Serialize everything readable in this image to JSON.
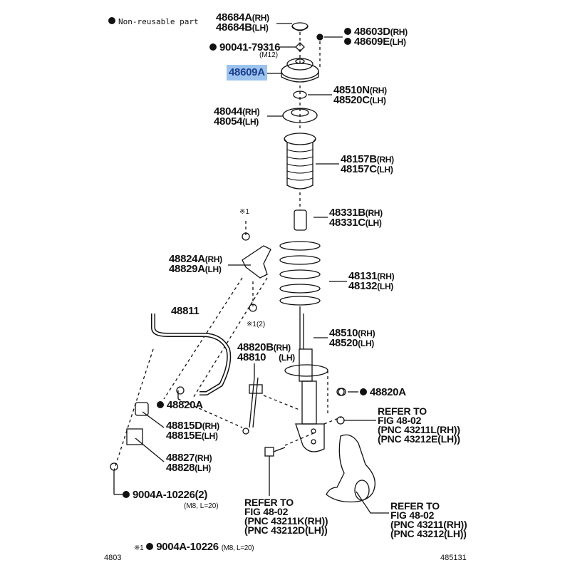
{
  "legend": {
    "marker": "●",
    "text": "Non-reusable part"
  },
  "labels": {
    "p48684": {
      "rh": "48684A",
      "lh": "48684B"
    },
    "p48603": {
      "rh": "48603D",
      "lh": "48609E",
      "non_reusable": true
    },
    "p90041": {
      "part": "90041-79316",
      "spec": "(M12)",
      "non_reusable": true
    },
    "p48609A": {
      "part": "48609A",
      "highlighted": true
    },
    "p48510N": {
      "rh": "48510N",
      "lh": "48520C"
    },
    "p48044": {
      "rh": "48044",
      "lh": "48054"
    },
    "p48157": {
      "rh": "48157B",
      "lh": "48157C"
    },
    "p48331": {
      "rh": "48331B",
      "lh": "48331C"
    },
    "p48824": {
      "rh": "48824A",
      "lh": "48829A"
    },
    "p48131": {
      "rh": "48131",
      "lh": "48132"
    },
    "p48811": {
      "part": "48811"
    },
    "p48510": {
      "rh": "48510",
      "lh": "48520"
    },
    "p48820B": {
      "rh": "48820B",
      "lh": "48810"
    },
    "p48820A_right": {
      "part": "48820A",
      "non_reusable": true
    },
    "p48820A_left": {
      "part": "48820A",
      "non_reusable": true
    },
    "p48815": {
      "rh": "48815D",
      "lh": "48815E"
    },
    "p48827": {
      "rh": "48827",
      "lh": "48828"
    },
    "p9004A_2": {
      "part": "9004A-10226(2)",
      "spec": "(M8, L=20)",
      "non_reusable": true
    },
    "note1_top": "※1",
    "note1_bottom": "※1(2)",
    "rh": "(RH)",
    "lh": "(LH)"
  },
  "refs": [
    {
      "line1": "REFER TO",
      "line2": "FIG 48-02",
      "line3": "(PNC 43211L(RH))",
      "line4": "(PNC 43212E(LH))"
    },
    {
      "line1": "REFER TO",
      "line2": "FIG 48-02",
      "line3": "(PNC 43211K(RH))",
      "line4": "(PNC 43212D(LH))"
    },
    {
      "line1": "REFER TO",
      "line2": "FIG 48-02",
      "line3": "(PNC 43211(RH))",
      "line4": "(PNC 43212(LH))"
    }
  ],
  "footnote": {
    "mark": "※1",
    "part": "9004A-10226",
    "spec": "(M8, L=20)"
  },
  "footer": {
    "left": "4803",
    "right": "485131"
  },
  "colors": {
    "highlight_bg": "#9cc3ee",
    "highlight_text": "#1b3f8f"
  }
}
